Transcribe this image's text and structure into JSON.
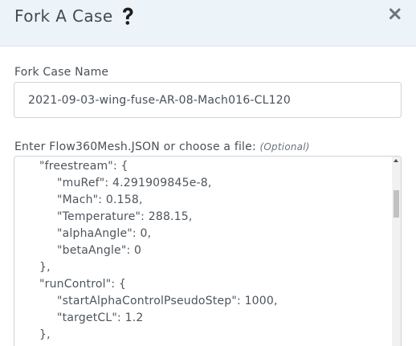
{
  "modal": {
    "title": "Fork A Case",
    "help_icon": "question-mark-icon",
    "close_icon": "close-x-icon"
  },
  "form": {
    "name_label": "Fork Case Name",
    "name_value": "2021-09-03-wing-fuse-AR-08-Mach016-CL120",
    "json_label": "Enter Flow360Mesh.JSON or choose a file:",
    "json_optional": "(Optional)",
    "json_lines": [
      "\"freestream\": {",
      "\"muRef\": 4.291909845e-8,",
      "\"Mach\": 0.158,",
      "\"Temperature\": 288.15,",
      "\"alphaAngle\": 0,",
      "\"betaAngle\": 0",
      "},",
      "\"runControl\": {",
      "\"startAlphaControlPseudoStep\": 1000,",
      "\"targetCL\": 1.2",
      "},"
    ]
  },
  "colors": {
    "header_bg": "#ecf3f9",
    "border": "#ced4da",
    "text": "#495057"
  }
}
